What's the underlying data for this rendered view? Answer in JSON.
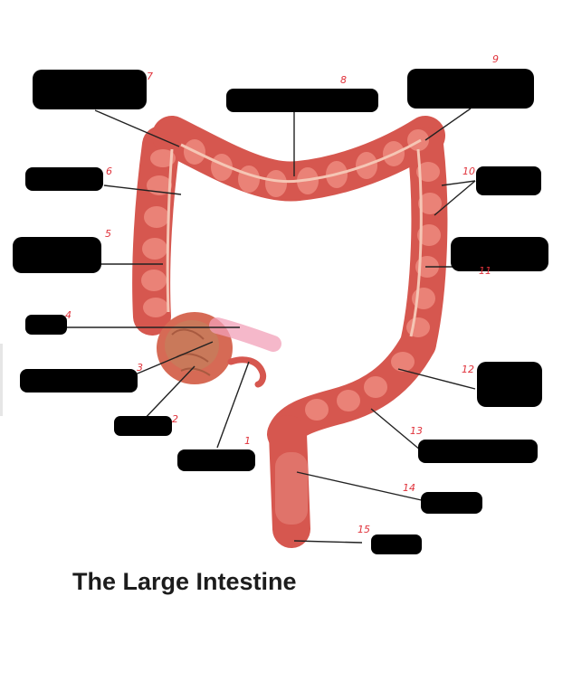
{
  "diagram": {
    "title": "The Large Intestine",
    "label_numbers": [
      "1",
      "2",
      "3",
      "4",
      "5",
      "6",
      "7",
      "8",
      "9",
      "10",
      "11",
      "12",
      "13",
      "14",
      "15"
    ],
    "label_colors": {
      "number": "#e0323b",
      "redaction": "#000000"
    },
    "colors": {
      "colon": "#e46a62",
      "colon_dark": "#c94a45",
      "colon_light": "#f2a093",
      "band": "#f5c6b5",
      "leader": "#222222",
      "cecum": "#c9795a"
    }
  }
}
